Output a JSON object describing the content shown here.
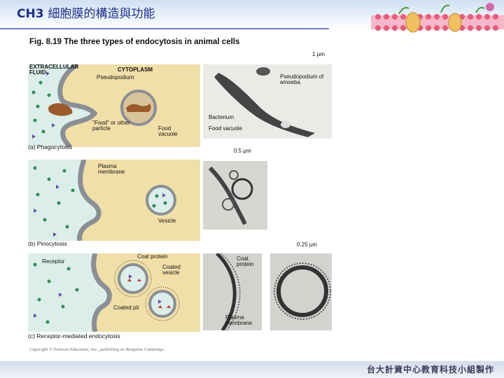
{
  "header": {
    "code": "CH3",
    "title": "細胞膜的構造與功能"
  },
  "footer": {
    "credit": "台大計資中心教育科技小組製作"
  },
  "figure": {
    "title": "Fig. 8.19  The three types of endocytosis in animal cells",
    "panel_a": {
      "extracellular": "EXTRACELLULAR FLUID",
      "cytoplasm": "CYTOPLASM",
      "pseudopodium": "Pseudopodium",
      "food_particle": "\"Food\" or other particle",
      "food_vacuole": "Food vacuole",
      "caption": "(a) Phagocytosis",
      "scale": "1 µm",
      "micro_pseudopodium": "Pseudopodium of amoeba",
      "micro_bacterium": "Bacterium",
      "micro_food_vacuole": "Food vacuole"
    },
    "panel_b": {
      "plasma_membrane": "Plasma membrane",
      "vesicle": "Vesicle",
      "caption": "(b) Pinocytosis",
      "scale": "0.5 µm"
    },
    "panel_c": {
      "receptor": "Receptor",
      "coat_protein": "Coat protein",
      "coated_vesicle": "Coated vesicle",
      "coated_pit": "Coated pit",
      "caption": "(c) Receptor-mediated endocytosis",
      "scale": "0.25 µm",
      "micro_coat_protein": "Coat protein",
      "micro_plasma_membrane": "Plasma membrane"
    },
    "copyright": "Copyright © Pearson Education, Inc., publishing as Benjamin Cummings."
  },
  "colors": {
    "header_text": "#1f2f8c",
    "cytoplasm": "#f1dfa8",
    "extracellular": "#dbeee9",
    "membrane": "#8a8f95",
    "food": "#9a5a2a",
    "particle_green": "#2f8f56",
    "particle_purple": "#6a4fa8"
  }
}
